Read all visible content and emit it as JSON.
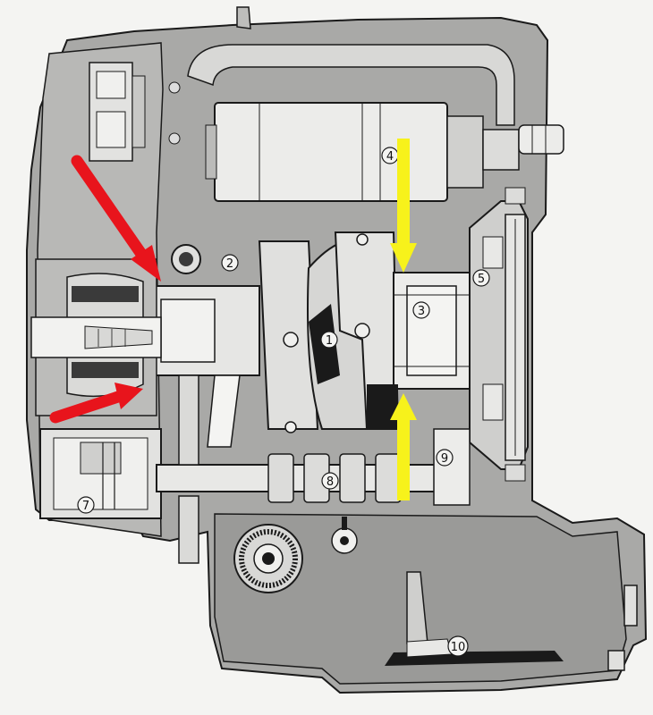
{
  "diagram": {
    "part_labels": [
      {
        "id": "p1",
        "text": "1"
      },
      {
        "id": "p2",
        "text": "2"
      },
      {
        "id": "p3",
        "text": "3"
      },
      {
        "id": "p4",
        "text": "4"
      },
      {
        "id": "p5",
        "text": "5"
      },
      {
        "id": "p7",
        "text": "7"
      },
      {
        "id": "p8",
        "text": "8"
      },
      {
        "id": "p9",
        "text": "9"
      },
      {
        "id": "p10",
        "text": "10"
      }
    ],
    "colors": {
      "paper": "#f4f4f2",
      "housing": "#a9a9a7",
      "dark_housing": "#8e8e8c",
      "light_part": "#e6e6e4",
      "outline": "#1a1a1a",
      "red_arrow": "#e8141c",
      "yellow_arrow": "#f7f21b"
    },
    "arrows": [
      {
        "id": "red-arrow-upper",
        "color": "red"
      },
      {
        "id": "red-arrow-lower",
        "color": "red"
      },
      {
        "id": "yellow-arrow-upper",
        "color": "yellow"
      },
      {
        "id": "yellow-arrow-lower",
        "color": "yellow"
      }
    ]
  }
}
